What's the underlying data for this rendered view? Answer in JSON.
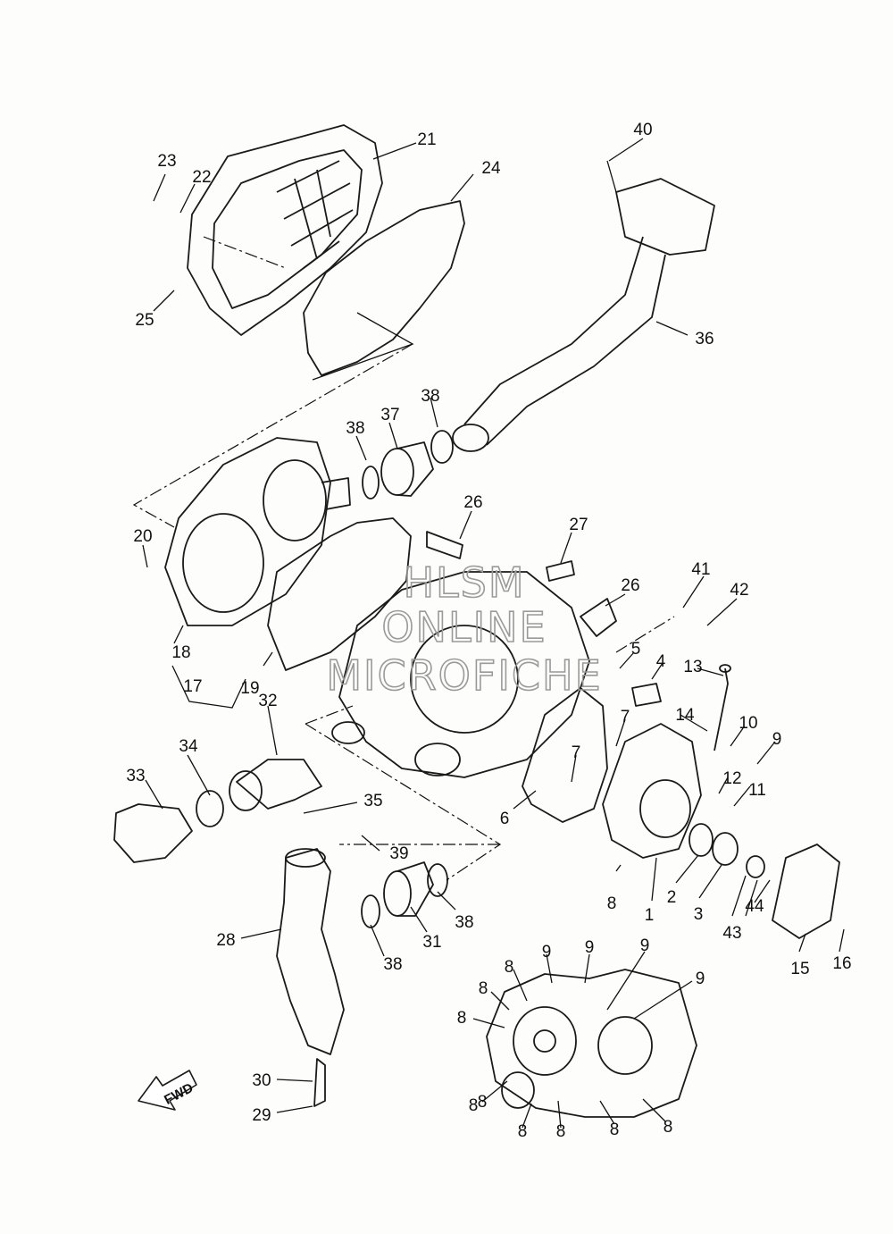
{
  "diagram": {
    "callouts": [
      {
        "label": "1"
      },
      {
        "label": "2"
      },
      {
        "label": "3"
      },
      {
        "label": "4"
      },
      {
        "label": "5"
      },
      {
        "label": "6"
      },
      {
        "label": "7"
      },
      {
        "label": "7"
      },
      {
        "label": "8"
      },
      {
        "label": "8"
      },
      {
        "label": "8"
      },
      {
        "label": "8"
      },
      {
        "label": "8"
      },
      {
        "label": "8"
      },
      {
        "label": "8"
      },
      {
        "label": "8"
      },
      {
        "label": "8"
      },
      {
        "label": "8"
      },
      {
        "label": "9"
      },
      {
        "label": "9"
      },
      {
        "label": "9"
      },
      {
        "label": "9"
      },
      {
        "label": "9"
      },
      {
        "label": "10"
      },
      {
        "label": "11"
      },
      {
        "label": "12"
      },
      {
        "label": "13"
      },
      {
        "label": "14"
      },
      {
        "label": "15"
      },
      {
        "label": "16"
      },
      {
        "label": "17"
      },
      {
        "label": "18"
      },
      {
        "label": "19"
      },
      {
        "label": "20"
      },
      {
        "label": "21"
      },
      {
        "label": "22"
      },
      {
        "label": "23"
      },
      {
        "label": "24"
      },
      {
        "label": "25"
      },
      {
        "label": "26"
      },
      {
        "label": "26"
      },
      {
        "label": "27"
      },
      {
        "label": "28"
      },
      {
        "label": "29"
      },
      {
        "label": "30"
      },
      {
        "label": "31"
      },
      {
        "label": "32"
      },
      {
        "label": "33"
      },
      {
        "label": "34"
      },
      {
        "label": "35"
      },
      {
        "label": "36"
      },
      {
        "label": "37"
      },
      {
        "label": "38"
      },
      {
        "label": "38"
      },
      {
        "label": "38"
      },
      {
        "label": "38"
      },
      {
        "label": "39"
      },
      {
        "label": "40"
      },
      {
        "label": "41"
      },
      {
        "label": "42"
      },
      {
        "label": "43"
      },
      {
        "label": "44"
      }
    ],
    "watermark": [
      "HLSM",
      "ONLINE",
      "MICROFICHE"
    ],
    "direction_badge": "FWD"
  }
}
